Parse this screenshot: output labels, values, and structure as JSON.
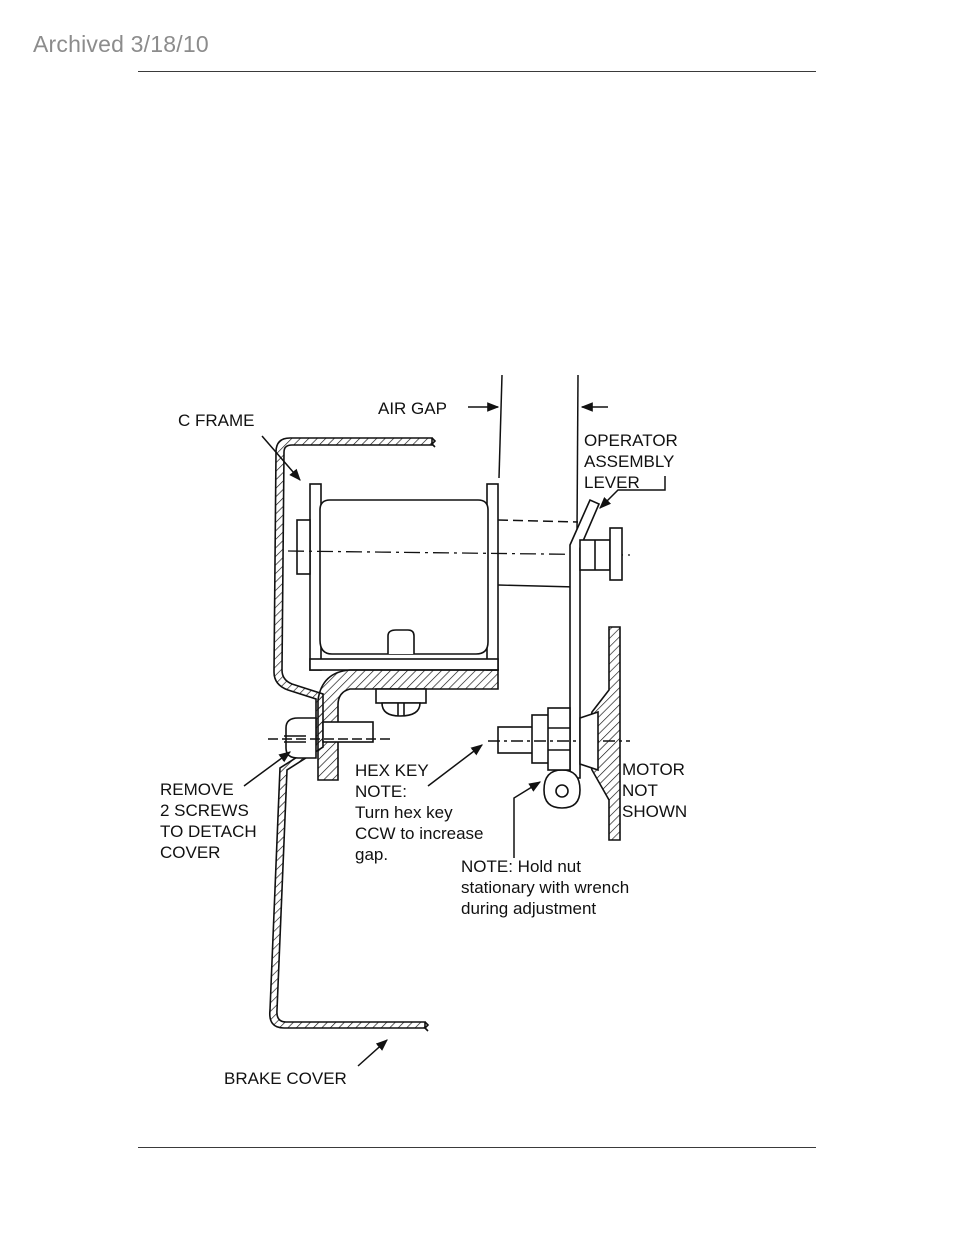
{
  "header": {
    "archive_stamp": "Archived 3/18/10"
  },
  "diagram": {
    "labels": {
      "c_frame": "C FRAME",
      "air_gap": "AIR GAP",
      "operator_assembly_lever": [
        "OPERATOR",
        "ASSEMBLY",
        "LEVER"
      ],
      "remove_screws": [
        "REMOVE",
        "2 SCREWS",
        "TO DETACH",
        "COVER"
      ],
      "hex_key_note": [
        "HEX KEY",
        "NOTE:",
        "Turn hex key",
        "CCW to increase",
        "gap."
      ],
      "motor_not_shown": [
        "MOTOR",
        "NOT",
        "SHOWN"
      ],
      "hold_nut_note": [
        "NOTE: Hold nut",
        "stationary with wrench",
        "during adjustment"
      ],
      "brake_cover": "BRAKE COVER"
    }
  }
}
